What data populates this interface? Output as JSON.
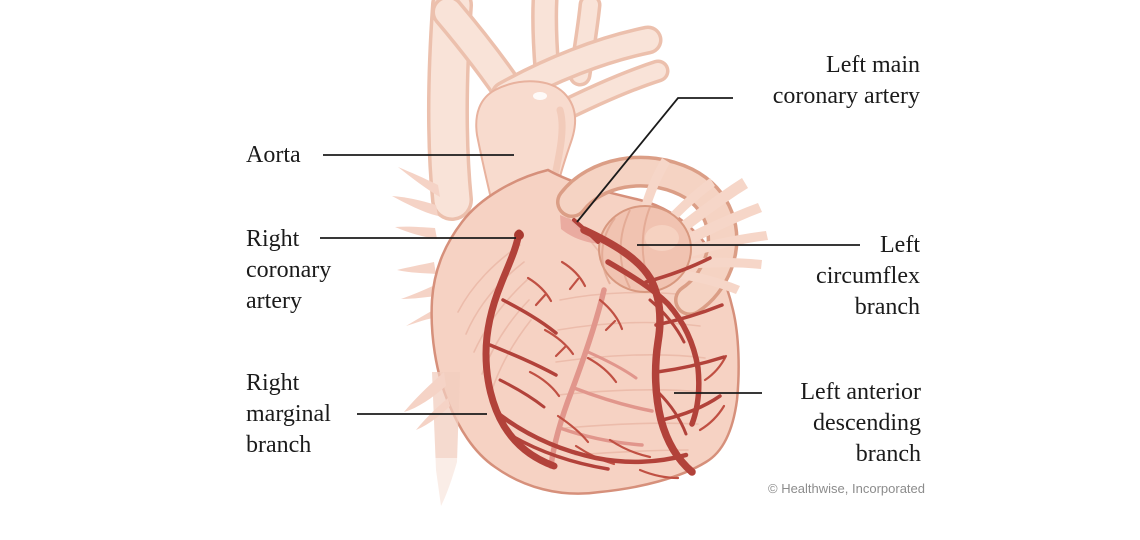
{
  "diagram": {
    "labels": {
      "aorta": {
        "lines": [
          "Aorta"
        ]
      },
      "left_main_coronary_artery": {
        "lines": [
          "Left main",
          "coronary artery"
        ]
      },
      "right_coronary_artery": {
        "lines": [
          "Right",
          "coronary",
          "artery"
        ]
      },
      "left_circumflex_branch": {
        "lines": [
          "Left",
          "circumflex",
          "branch"
        ]
      },
      "right_marginal_branch": {
        "lines": [
          "Right",
          "marginal",
          "branch"
        ]
      },
      "left_anterior_descending_branch": {
        "lines": [
          "Left anterior",
          "descending",
          "branch"
        ]
      }
    },
    "credit": "© Healthwise, Incorporated",
    "colors": {
      "background": "#ffffff",
      "label_text": "#1b1b1b",
      "leader_line": "#1b1b1b",
      "credit_text": "#8c8c8c",
      "heart_muscle": "#f6d2c3",
      "heart_outline": "#d6907b",
      "artery_red": "#b2423a",
      "artery_dark": "#a93a30",
      "pink_vessel": "#e1968c",
      "light_vessel_fill": "#f9e3d8",
      "light_vessel_edge": "#ecc0ad",
      "striation": "#e4ab99"
    }
  }
}
